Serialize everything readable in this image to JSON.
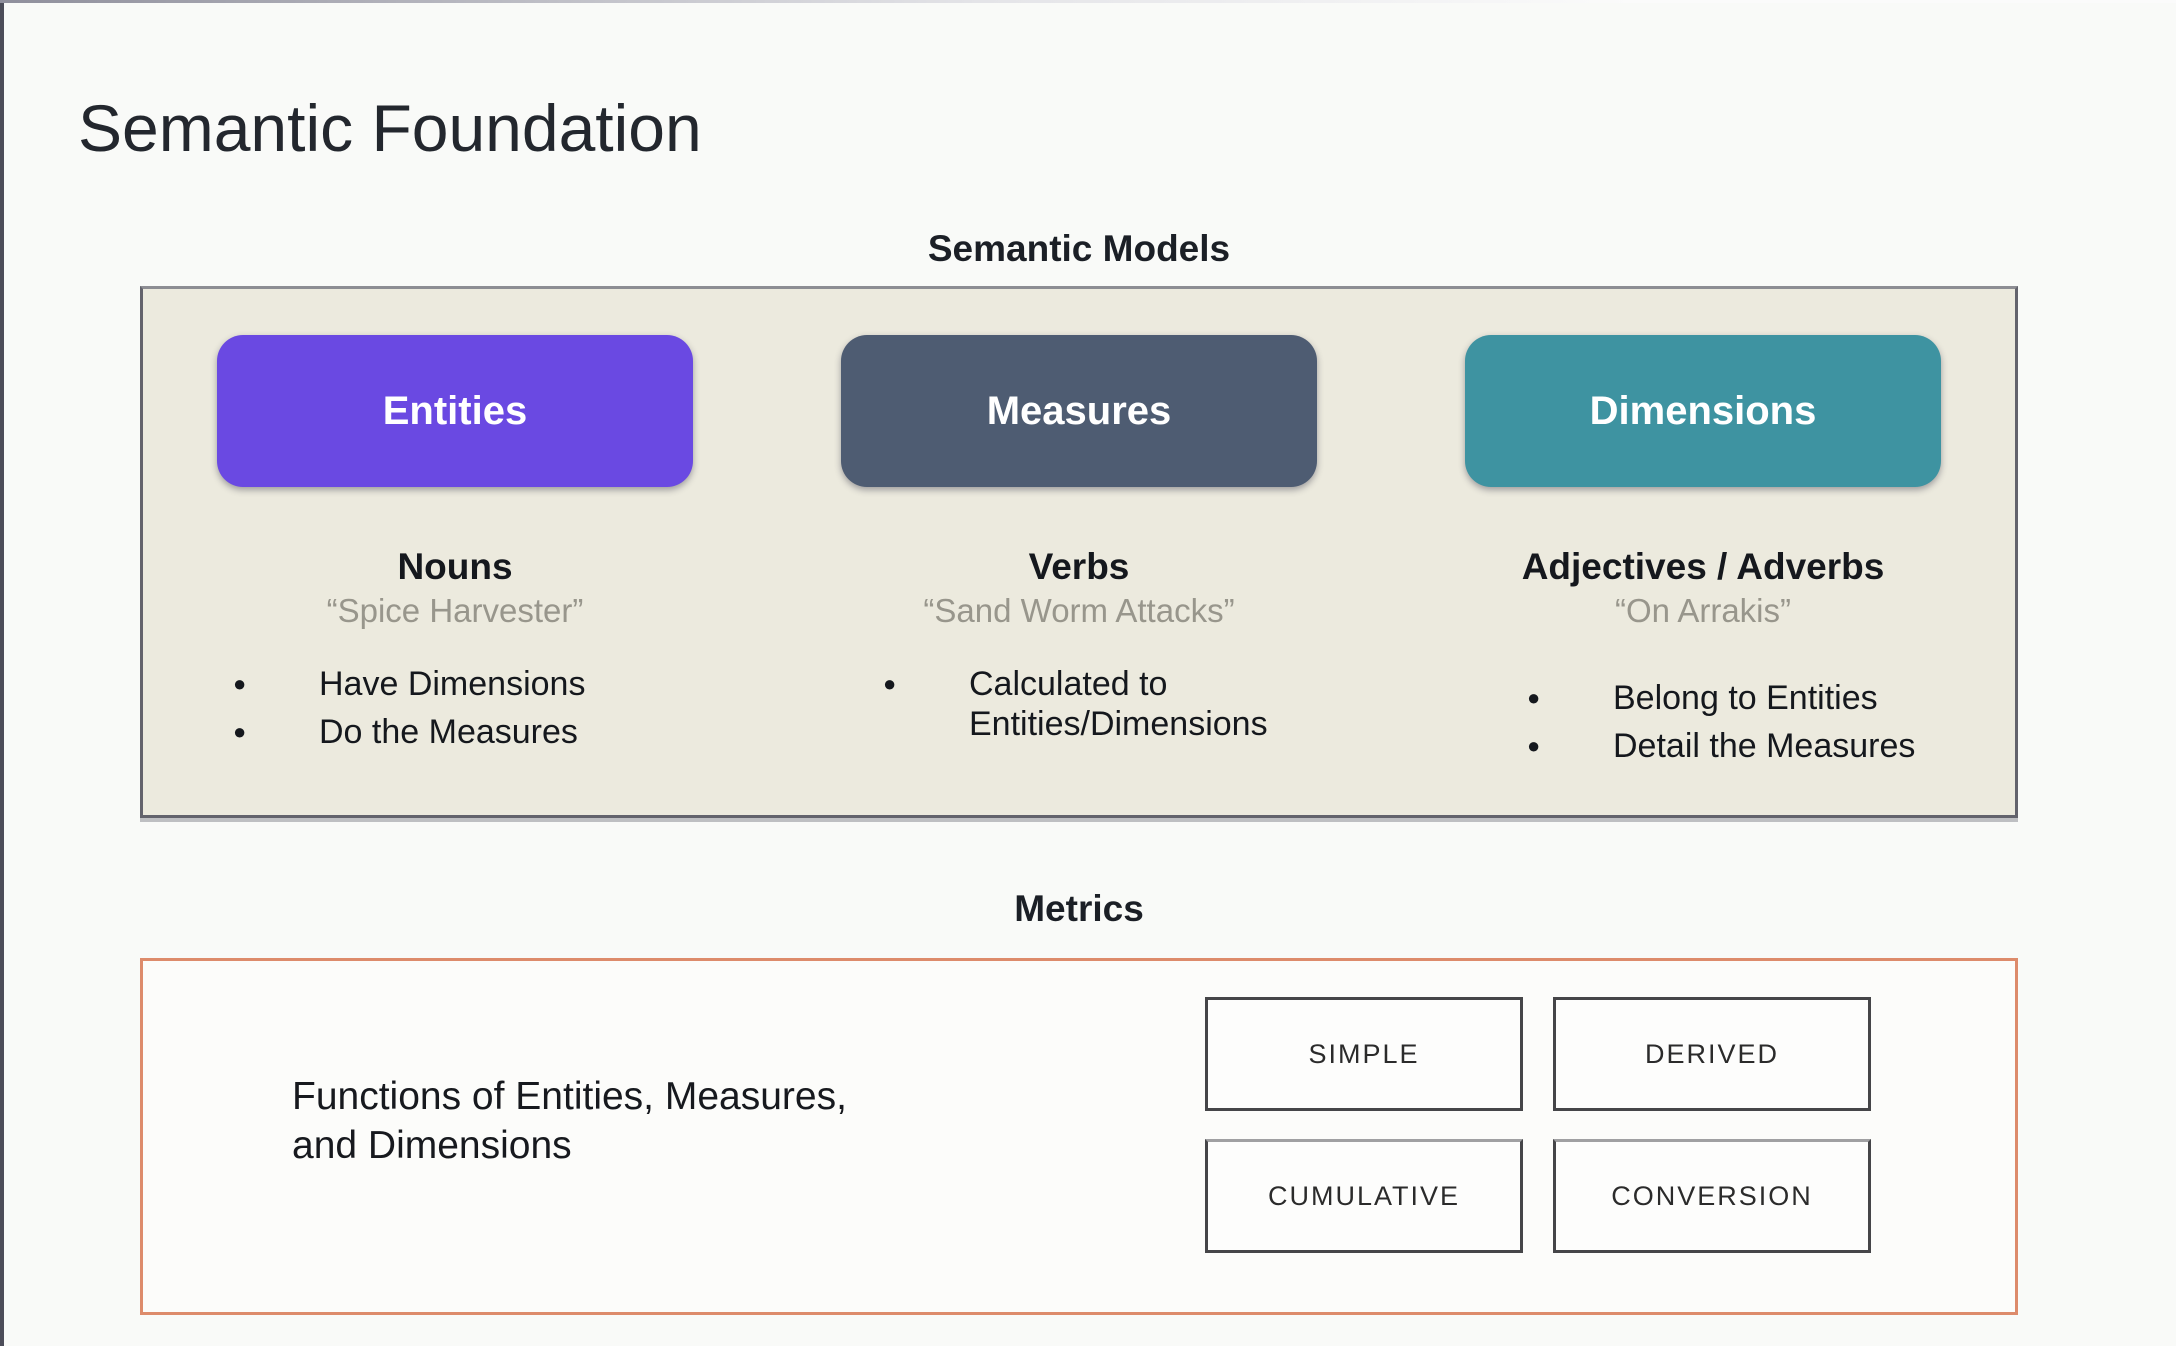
{
  "slide": {
    "title": "Semantic Foundation"
  },
  "icons": {
    "bullet": "●"
  },
  "colors": {
    "page_bg": "#f9faf8",
    "models_panel_bg": "#eceade",
    "metrics_border": "#dd8b6b"
  },
  "models": {
    "heading": "Semantic Models",
    "columns": [
      {
        "chip_label": "Entities",
        "chip_color": "#6a49e2",
        "role": "Nouns",
        "example": "“Spice Harvester”",
        "bullets": [
          "Have Dimensions",
          "Do the Measures"
        ]
      },
      {
        "chip_label": "Measures",
        "chip_color": "#4e5c72",
        "role": "Verbs",
        "example": "“Sand Worm Attacks”",
        "bullets": [
          "Calculated to Entities/Dimensions"
        ]
      },
      {
        "chip_label": "Dimensions",
        "chip_color": "#3e93a1",
        "role": "Adjectives / Adverbs",
        "example": "“On Arrakis”",
        "bullets": [
          "Belong to Entities",
          "Detail the Measures"
        ]
      }
    ]
  },
  "metrics": {
    "heading": "Metrics",
    "description_lines": [
      "Functions of Entities, Measures,",
      "and Dimensions"
    ],
    "types": [
      "SIMPLE",
      "DERIVED",
      "CUMULATIVE",
      "CONVERSION"
    ]
  }
}
